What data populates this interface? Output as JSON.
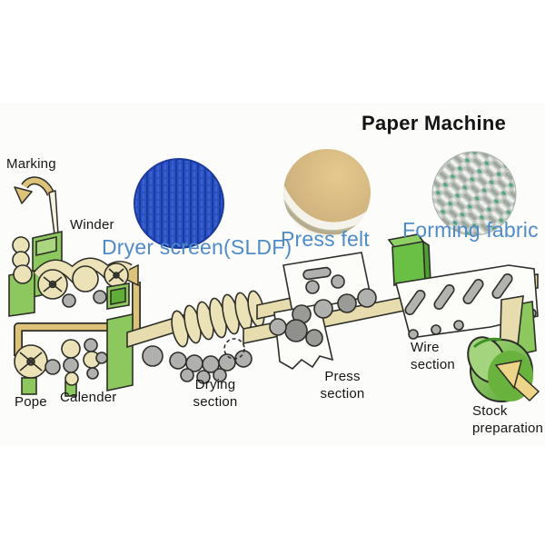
{
  "title": "Paper Machine",
  "legend": {
    "dryer_screen": "Dryer screen(SLDF)",
    "press_felt": "Press felt",
    "forming_fabric": "Forming fabric"
  },
  "labels": {
    "marking": "Marking",
    "winder": "Winder",
    "pope": "Pope",
    "calender": "Calender",
    "drying_section": "Drying\nsection",
    "press_section": "Press\nsection",
    "wire_section": "Wire\nsection",
    "stock_preparation": "Stock\npreparation"
  },
  "colors": {
    "label_blue": "#4e8bc8",
    "text_black": "#161616",
    "screen_blue": "#2b53c6",
    "felt_tan": "#d2b57f",
    "fabric_gray": "#c2c7c1",
    "fabric_green": "#57a87e",
    "machine_green": "#8cc85e",
    "machine_green_dark": "#55982f",
    "web_cream": "#e6dcae",
    "roll_cream": "#ece2b8",
    "roll_gray": "#b0b0ae",
    "arrow_yellow": "#ddc27a",
    "frame_white": "#fcfcf9"
  }
}
